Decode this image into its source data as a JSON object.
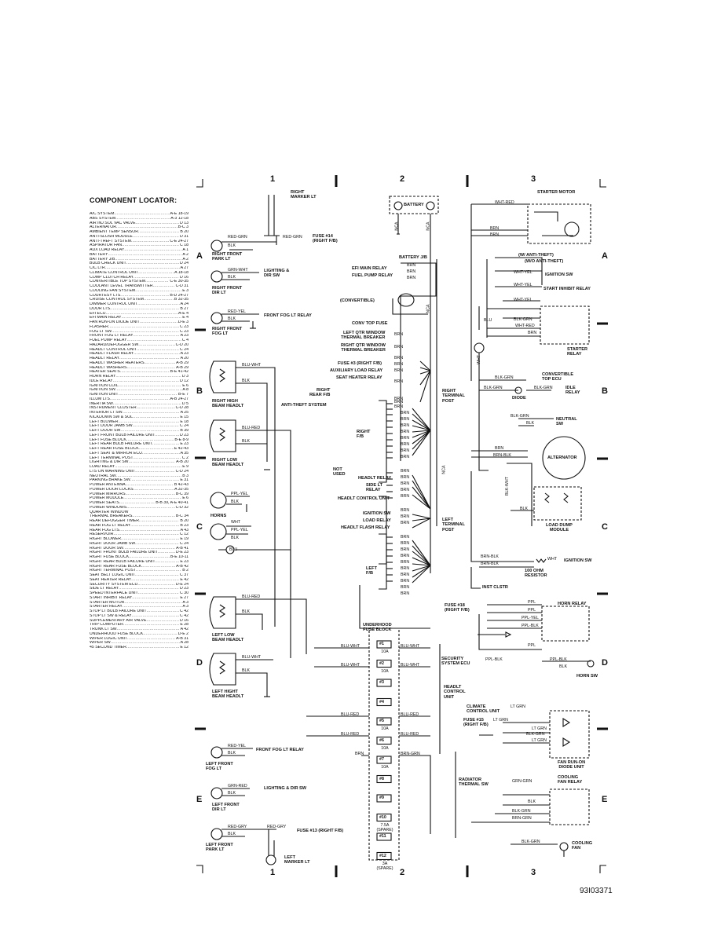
{
  "page": {
    "sheet_id": "93I03371"
  },
  "grid": {
    "columns": [
      "1",
      "2",
      "3"
    ],
    "rows": [
      "A",
      "B",
      "C",
      "D",
      "E"
    ]
  },
  "locator": {
    "title": "COMPONENT LOCATOR:",
    "items": [
      {
        "name": "A/C SYSTEM",
        "ref": "A-E 18-19"
      },
      {
        "name": "ABS SYSTEM",
        "ref": "A-3 12-18"
      },
      {
        "name": "AIR INJ SOL VAC VALVE",
        "ref": "D 13"
      },
      {
        "name": "ALTERNATOR",
        "ref": "B-C 3"
      },
      {
        "name": "AMBIENT TEMP SENSOR",
        "ref": "B 20"
      },
      {
        "name": "ANTI-SLOSH MODULE",
        "ref": "D 31"
      },
      {
        "name": "ANTI-THEFT SYSTEM",
        "ref": "C-E 24-27"
      },
      {
        "name": "ASPIRATOR FAN",
        "ref": "C 18"
      },
      {
        "name": "AUX LOAD RELAY",
        "ref": "A 1"
      },
      {
        "name": "BATTERY",
        "ref": "A 2"
      },
      {
        "name": "BATTERY J/B",
        "ref": "A 2"
      },
      {
        "name": "BULB CHECK UNIT",
        "ref": "D 24"
      },
      {
        "name": "CIC LTR",
        "ref": "A 27"
      },
      {
        "name": "CLIMATE CONTROL UNIT",
        "ref": "A 18-18"
      },
      {
        "name": "COMP CLUTCH RELAY",
        "ref": "D 16"
      },
      {
        "name": "CONVERTIBLE TOP SYSTEM",
        "ref": "C-E 30-35"
      },
      {
        "name": "COOLANT LEVEL TRANSMITTER",
        "ref": "C-D 31"
      },
      {
        "name": "COOLING FAN SYSTEM",
        "ref": "E 3"
      },
      {
        "name": "COURTESY LTS",
        "ref": "B-D 24-27"
      },
      {
        "name": "CRUISE CONTROL SYSTEM",
        "ref": "B 32-35"
      },
      {
        "name": "DIMMER CONTROL UNIT",
        "ref": "A 24"
      },
      {
        "name": "DOOR LTS",
        "ref": "B 27"
      },
      {
        "name": "EFI ECU",
        "ref": "A-E 4"
      },
      {
        "name": "EFI MAIN RELAY",
        "ref": "E 4"
      },
      {
        "name": "FAN RUN-ON DIODE UNIT",
        "ref": "D-E 3"
      },
      {
        "name": "FLASHER",
        "ref": "C 23"
      },
      {
        "name": "FOG LT SW",
        "ref": "C 23"
      },
      {
        "name": "FRONT FOG LT RELAY",
        "ref": "A 23"
      },
      {
        "name": "FUEL PUMP RELAY",
        "ref": "C 4"
      },
      {
        "name": "HAZARD/DEFOGGER SW",
        "ref": "C-D 20"
      },
      {
        "name": "HEADLT CONTROL UNIT",
        "ref": "C 24"
      },
      {
        "name": "HEADLT FLASH RELAY",
        "ref": "A 23"
      },
      {
        "name": "HEADLT RELAY",
        "ref": "A 20"
      },
      {
        "name": "HEADLT WASHER HEATERS",
        "ref": "A-B 29"
      },
      {
        "name": "HEADLT WASHERS",
        "ref": "A-B 29"
      },
      {
        "name": "HEATER SEATS",
        "ref": "B-E 41-42"
      },
      {
        "name": "HORN RELAY",
        "ref": "D 3"
      },
      {
        "name": "IDLE RELAY",
        "ref": "D 12"
      },
      {
        "name": "IGNITION COIL",
        "ref": "E 6"
      },
      {
        "name": "IGNITION SW",
        "ref": "A 8"
      },
      {
        "name": "IGNITION UNIT",
        "ref": "B-E 7"
      },
      {
        "name": "ILLUM LTS",
        "ref": "A-B 24-27"
      },
      {
        "name": "INERTIA SW",
        "ref": "D 5"
      },
      {
        "name": "INSTRUMENT CLUSTER",
        "ref": "C-D 28"
      },
      {
        "name": "INTERIOR LT SW",
        "ref": "A 25"
      },
      {
        "name": "KICKDOWN SW & SOL",
        "ref": "E 15"
      },
      {
        "name": "LEFT BLOWER",
        "ref": "E 18"
      },
      {
        "name": "LEFT DOOR JAMB SW",
        "ref": "C 24"
      },
      {
        "name": "LEFT DOOR SW",
        "ref": "B 39"
      },
      {
        "name": "LEFT FRONT BULB FAILURE UNIT",
        "ref": "D 23"
      },
      {
        "name": "LEFT FUSE BLOCK",
        "ref": "B-E 8-9"
      },
      {
        "name": "LEFT REAR BULB FAILURE UNIT",
        "ref": "E 23"
      },
      {
        "name": "LEFT REAR FUSE BLOCK",
        "ref": "E 42-43"
      },
      {
        "name": "LEFT SEAT & MIRROR ECU",
        "ref": "A 35"
      },
      {
        "name": "LEFT TERMINAL POST",
        "ref": "C 2"
      },
      {
        "name": "LIGHTING & DIR SW",
        "ref": "A-B 20"
      },
      {
        "name": "LOAD RELAY",
        "ref": "E 9"
      },
      {
        "name": "LTS ON WARNING UNIT",
        "ref": "C-D 24"
      },
      {
        "name": "NEUTRAL SW",
        "ref": "B 3"
      },
      {
        "name": "PARKING BRAKE SW",
        "ref": "E 31"
      },
      {
        "name": "POWER ANTENNA",
        "ref": "B 42-43"
      },
      {
        "name": "POWER DOOR LOCKS",
        "ref": "A 32-35"
      },
      {
        "name": "POWER MIRRORS",
        "ref": "B-C 39"
      },
      {
        "name": "POWER MODULE",
        "ref": "E 6"
      },
      {
        "name": "POWER SEATS",
        "ref": "B-B 39, A-E 40-41"
      },
      {
        "name": "POWER WINDOWS",
        "ref": "C-D 32"
      },
      {
        "name": "QUARTER WINDOW",
        "ref": ""
      },
      {
        "name": "THERMAL BREAKERS",
        "ref": "B-C 34"
      },
      {
        "name": "REAR DEFOGGER TIMER",
        "ref": "B 20"
      },
      {
        "name": "REAR FOG LT RELAY",
        "ref": "B 23"
      },
      {
        "name": "REAR FOG LTS",
        "ref": "A 43"
      },
      {
        "name": "RESERVOIR",
        "ref": "C 12"
      },
      {
        "name": "RIGHT BLOWER",
        "ref": "E 19"
      },
      {
        "name": "RIGHT DOOR JAMB SW",
        "ref": "C 24"
      },
      {
        "name": "RIGHT DOOR SW",
        "ref": "A-B 41"
      },
      {
        "name": "RIGHT FRONT BULB FAILURE UNIT",
        "ref": "D-E 23"
      },
      {
        "name": "RIGHT FUSE BLOCK",
        "ref": "B-E 10-11"
      },
      {
        "name": "RIGHT REAR BULB FAILURE UNIT",
        "ref": "E 23"
      },
      {
        "name": "RIGHT REAR FUSE BLOCK",
        "ref": "A-B 42"
      },
      {
        "name": "RIGHT TERMINAL POST",
        "ref": "B 2"
      },
      {
        "name": "SEAT BELT LOGIC UNIT",
        "ref": "C 37"
      },
      {
        "name": "SEAT HEATER RELAY",
        "ref": "E 42"
      },
      {
        "name": "SECURITY SYSTEM ECU",
        "ref": "D-E 24"
      },
      {
        "name": "SIDE LT RELAY",
        "ref": "D 23"
      },
      {
        "name": "SPEED INTERFACE UNIT",
        "ref": "C 30"
      },
      {
        "name": "START INHIBIT RELAY",
        "ref": "E 27"
      },
      {
        "name": "STARTER MOTOR",
        "ref": "A 3"
      },
      {
        "name": "STARTER RELAY",
        "ref": "A 3"
      },
      {
        "name": "STOP LT BULB FAILURE UNIT",
        "ref": "C 42"
      },
      {
        "name": "STOP LT SW & RELAY",
        "ref": "C 42"
      },
      {
        "name": "SUPPLEMENTARY AIR VALVE",
        "ref": "D 16"
      },
      {
        "name": "TRIP COMPUTER",
        "ref": "E 28"
      },
      {
        "name": "TRUNK LT SW",
        "ref": "A 42"
      },
      {
        "name": "UNDERHOOD FUSE BLOCK",
        "ref": "D-E 2"
      },
      {
        "name": "WIPER LOGIC UNIT",
        "ref": "A-B 31"
      },
      {
        "name": "WIPER SW",
        "ref": "A 28"
      },
      {
        "name": "45 SECOND TIMER",
        "ref": "E 12"
      }
    ]
  },
  "left": {
    "right_marker_lt": "RIGHT\nMARKER LT",
    "red_grn": "RED-GRN",
    "blk": "BLK",
    "fuse14": "FUSE #14\n(RIGHT F/B)",
    "right_front_park_lt": "RIGHT FRONT\nPARK LT",
    "grn_wht": "GRN-WHT",
    "lighting_dir_sw": "LIGHTING &\nDIR SW",
    "right_front_dir_lt": "RIGHT FRONT\nDIR LT",
    "red_yel": "RED-YEL",
    "front_fog_lt_relay": "FRONT FOG LT RELAY",
    "right_front_fog_lt": "RIGHT FRONT\nFOG LT",
    "blu_wht": "BLU-WHT",
    "right_high_beam": "RIGHT HIGH\nBEAM HEADLT",
    "blu_red": "BLU-RED",
    "right_low_beam": "RIGHT LOW\nBEAM HEADLT",
    "ppl_yel": "PPL-YEL",
    "horns": "HORNS",
    "wht": "WHT",
    "blu": "BLU",
    "left_low_beam": "LEFT LOW\nBEAM HEADLT",
    "left_high_beam": "LEFT HIGHT\nBEAM HEADLT",
    "left_front_fog_lt": "LEFT FRONT\nFOG LT",
    "grn_red": "GRN-RED",
    "left_front_dir_lt": "LEFT FRONT\nDIR LT",
    "red_gry": "RED-GRY",
    "fuse13": "FUSE #13 (RIGHT F/B)",
    "left_front_park_lt": "LEFT FRONT\nPARK LT",
    "left_marker_lt": "LEFT\nMARKER LT"
  },
  "center": {
    "battery": "BATTERY",
    "nca": "NCA",
    "battery_jb": "BATTERY J/B",
    "efi_main_relay": "EFI MAIN RELAY",
    "fuel_pump_relay": "FUEL PUMP RELAY",
    "brn": "BRN",
    "convertible": "(CONVERTIBLE)",
    "conv_top_fuse": "CONV TOP FUSE",
    "left_qtr_window": "LEFT QTR WINDOW\nTHERMAL BREAKER",
    "right_qtr_window": "RIGHT QTR WINDOW\nTHERMAL BREAKER",
    "fuse3": "FUSE #3 (RIGHT F/B)",
    "aux_load_relay": "AUXILIARY LOAD RELAY",
    "seat_heater_relay": "SEAT HEATER RELAY",
    "right_rear_fb": "RIGHT\nREAR F/B",
    "anti_theft": "ANTI-THEFT SYSTEM",
    "right_fb": "RIGHT\nF/B",
    "right_terminal_post": "RIGHT\nTERMINAL\nPOST",
    "not_used": "NOT\nUSED",
    "headlt_relay": "HEADLT RELAY",
    "side_lt_relay": "SIDE LT\nRELAY",
    "headlt_control_unit": "HEADLT CONTROL UNIT",
    "ignition_sw": "IGNITION SW",
    "load_relay": "LOAD RELAY",
    "headlt_flash_relay": "HEADLT FLASH RELAY",
    "left_terminal_post": "LEFT\nTERMINAL\nPOST",
    "left_fb": "LEFT\nF/B",
    "underhood_fuse_block": "UNDERHOOD\nFUSE BLOCK",
    "headlt_control_unit2": "HEADLT\nCONTROL\nUNIT",
    "blu_wht": "BLU-WHT",
    "blu_red": "BLU-RED",
    "brn_grn": "BRN-GRN",
    "fuses": [
      {
        "num": "#1",
        "rating": "10A"
      },
      {
        "num": "#2",
        "rating": "10A"
      },
      {
        "num": "#3",
        "rating": ""
      },
      {
        "num": "#4",
        "rating": ""
      },
      {
        "num": "#5",
        "rating": "10A"
      },
      {
        "num": "#6",
        "rating": "10A"
      },
      {
        "num": "#7",
        "rating": "10A"
      },
      {
        "num": "#8",
        "rating": ""
      },
      {
        "num": "#9",
        "rating": ""
      },
      {
        "num": "#10",
        "rating": "7.5A\n(SPARE)"
      },
      {
        "num": "#11",
        "rating": ""
      },
      {
        "num": "#12",
        "rating": "3A\n(SPARE)"
      }
    ]
  },
  "right": {
    "starter_motor": "STARTER MOTOR",
    "wht_red": "WHT-RED",
    "w_anti_theft": "(W/ ANTI-THEFT)",
    "wo_anti_theft": "(W/O ANTI-THEFT)",
    "wht_yel": "WHT-YEL",
    "ignition_sw": "IGNITION SW",
    "start_inhibit_relay": "START INHIBIT RELAY",
    "blu": "BLU",
    "blk_grn": "BLK-GRN",
    "starter_relay": "STARTER\nRELAY",
    "wht": "WHT",
    "convertible_top_ecu": "CONVERTIBLE\nTOP ECU",
    "idle_relay": "IDLE\nRELAY",
    "diode": "DIODE",
    "neutral_sw": "NEUTRAL\nSW",
    "brn_blk": "BRN-BLK",
    "alternator": "ALTERNATOR",
    "blk_wht": "BLK-WHT",
    "load_dump_module": "LOAD DUMP\nMODULE",
    "resistor": "100 OHM\nRESISTOR",
    "inst_clstr": "INST CLSTR",
    "fuse18": "FUSE #18\n(RIGHT F/B)",
    "horn_relay": "HORN RELAY",
    "ppl": "PPL",
    "ppl_yel": "PPL-YEL",
    "ppl_blk": "PPL-BLK",
    "security_ecu": "SECURITY\nSYSTEM ECU",
    "horn_sw": "HORN SW",
    "climate_control_unit": "CLIMATE\nCONTROL UNIT",
    "fuse15": "FUSE #15\n(RIGHT F/B)",
    "lt_grn": "LT GRN",
    "fan_runon_diode": "FAN RUN-ON\nDIODE UNIT",
    "radiator_thermal_sw": "RADIATOR\nTHERMAL SW",
    "grn_grn": "GRN-GRN",
    "cooling_fan_relay": "COOLING\nFAN RELAY",
    "brn_grn": "BRN-GRN",
    "cooling_fan": "COOLING\nFAN",
    "blk": "BLK"
  }
}
